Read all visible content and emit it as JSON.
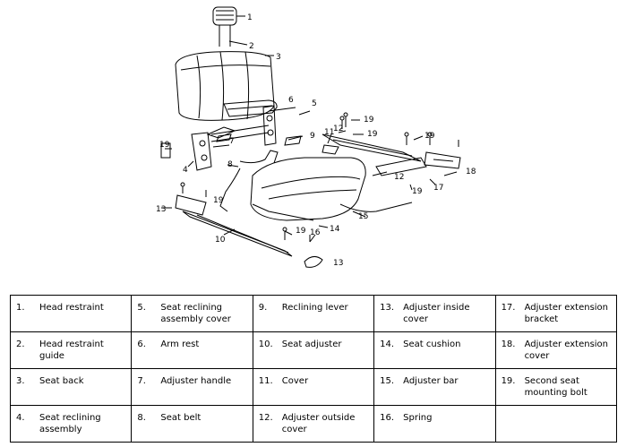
{
  "callouts": [
    "1",
    "2",
    "3",
    "5",
    "6",
    "9",
    "11",
    "12",
    "19",
    "19",
    "19",
    "19",
    "19",
    "19",
    "17",
    "18",
    "16",
    "15",
    "14",
    "13",
    "13",
    "10",
    "8",
    "7",
    "4",
    "12",
    "19"
  ],
  "legend": [
    [
      {
        "num": "1.",
        "label": "Head restraint"
      },
      {
        "num": "5.",
        "label": "Seat reclining assembly cover"
      },
      {
        "num": "9.",
        "label": "Reclining lever"
      },
      {
        "num": "13.",
        "label": "Adjuster inside cover"
      },
      {
        "num": "17.",
        "label": "Adjuster extension bracket"
      }
    ],
    [
      {
        "num": "2.",
        "label": "Head restraint guide"
      },
      {
        "num": "6.",
        "label": "Arm rest"
      },
      {
        "num": "10.",
        "label": "Seat adjuster"
      },
      {
        "num": "14.",
        "label": "Seat cushion"
      },
      {
        "num": "18.",
        "label": "Adjuster extension cover"
      }
    ],
    [
      {
        "num": "3.",
        "label": "Seat back"
      },
      {
        "num": "7.",
        "label": "Adjuster handle"
      },
      {
        "num": "11.",
        "label": "Cover"
      },
      {
        "num": "15.",
        "label": "Adjuster bar"
      },
      {
        "num": "19.",
        "label": "Second seat mounting bolt"
      }
    ],
    [
      {
        "num": "4.",
        "label": "Seat reclining assembly"
      },
      {
        "num": "8.",
        "label": "Seat belt"
      },
      {
        "num": "12.",
        "label": "Adjuster outside cover"
      },
      {
        "num": "16.",
        "label": "Spring"
      },
      {
        "num": "",
        "label": ""
      }
    ]
  ]
}
